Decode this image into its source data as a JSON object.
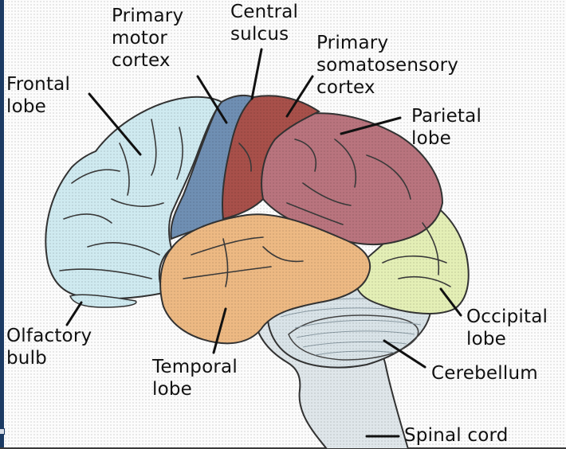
{
  "diagram": {
    "title": "Lateral view of the human brain",
    "colors": {
      "frontal_lobe": "#cfeaf0",
      "primary_motor_cortex": "#6f8fb3",
      "primary_somatosensory_cortex": "#a8504a",
      "parietal_lobe": "#b9747e",
      "occipital_lobe": "#e4efb6",
      "temporal_lobe": "#edb983",
      "cerebellum": "#d9e3e8",
      "brainstem_spinal_cord": "#dfe6ea",
      "outline": "#2b2b2b",
      "frame": "#1b3a63"
    },
    "labels": {
      "frontal_lobe": [
        "Frontal",
        "lobe"
      ],
      "primary_motor_cortex": [
        "Primary",
        "motor",
        "cortex"
      ],
      "central_sulcus": [
        "Central",
        "sulcus"
      ],
      "primary_somatosensory_cortex": [
        "Primary",
        "somatosensory",
        "cortex"
      ],
      "parietal_lobe": [
        "Parietal",
        "lobe"
      ],
      "occipital_lobe": [
        "Occipital",
        "lobe"
      ],
      "cerebellum": [
        "Cerebellum"
      ],
      "spinal_cord": [
        "Spinal cord"
      ],
      "temporal_lobe": [
        "Temporal",
        "lobe"
      ],
      "olfactory_bulb": [
        "Olfactory",
        "bulb"
      ]
    }
  }
}
